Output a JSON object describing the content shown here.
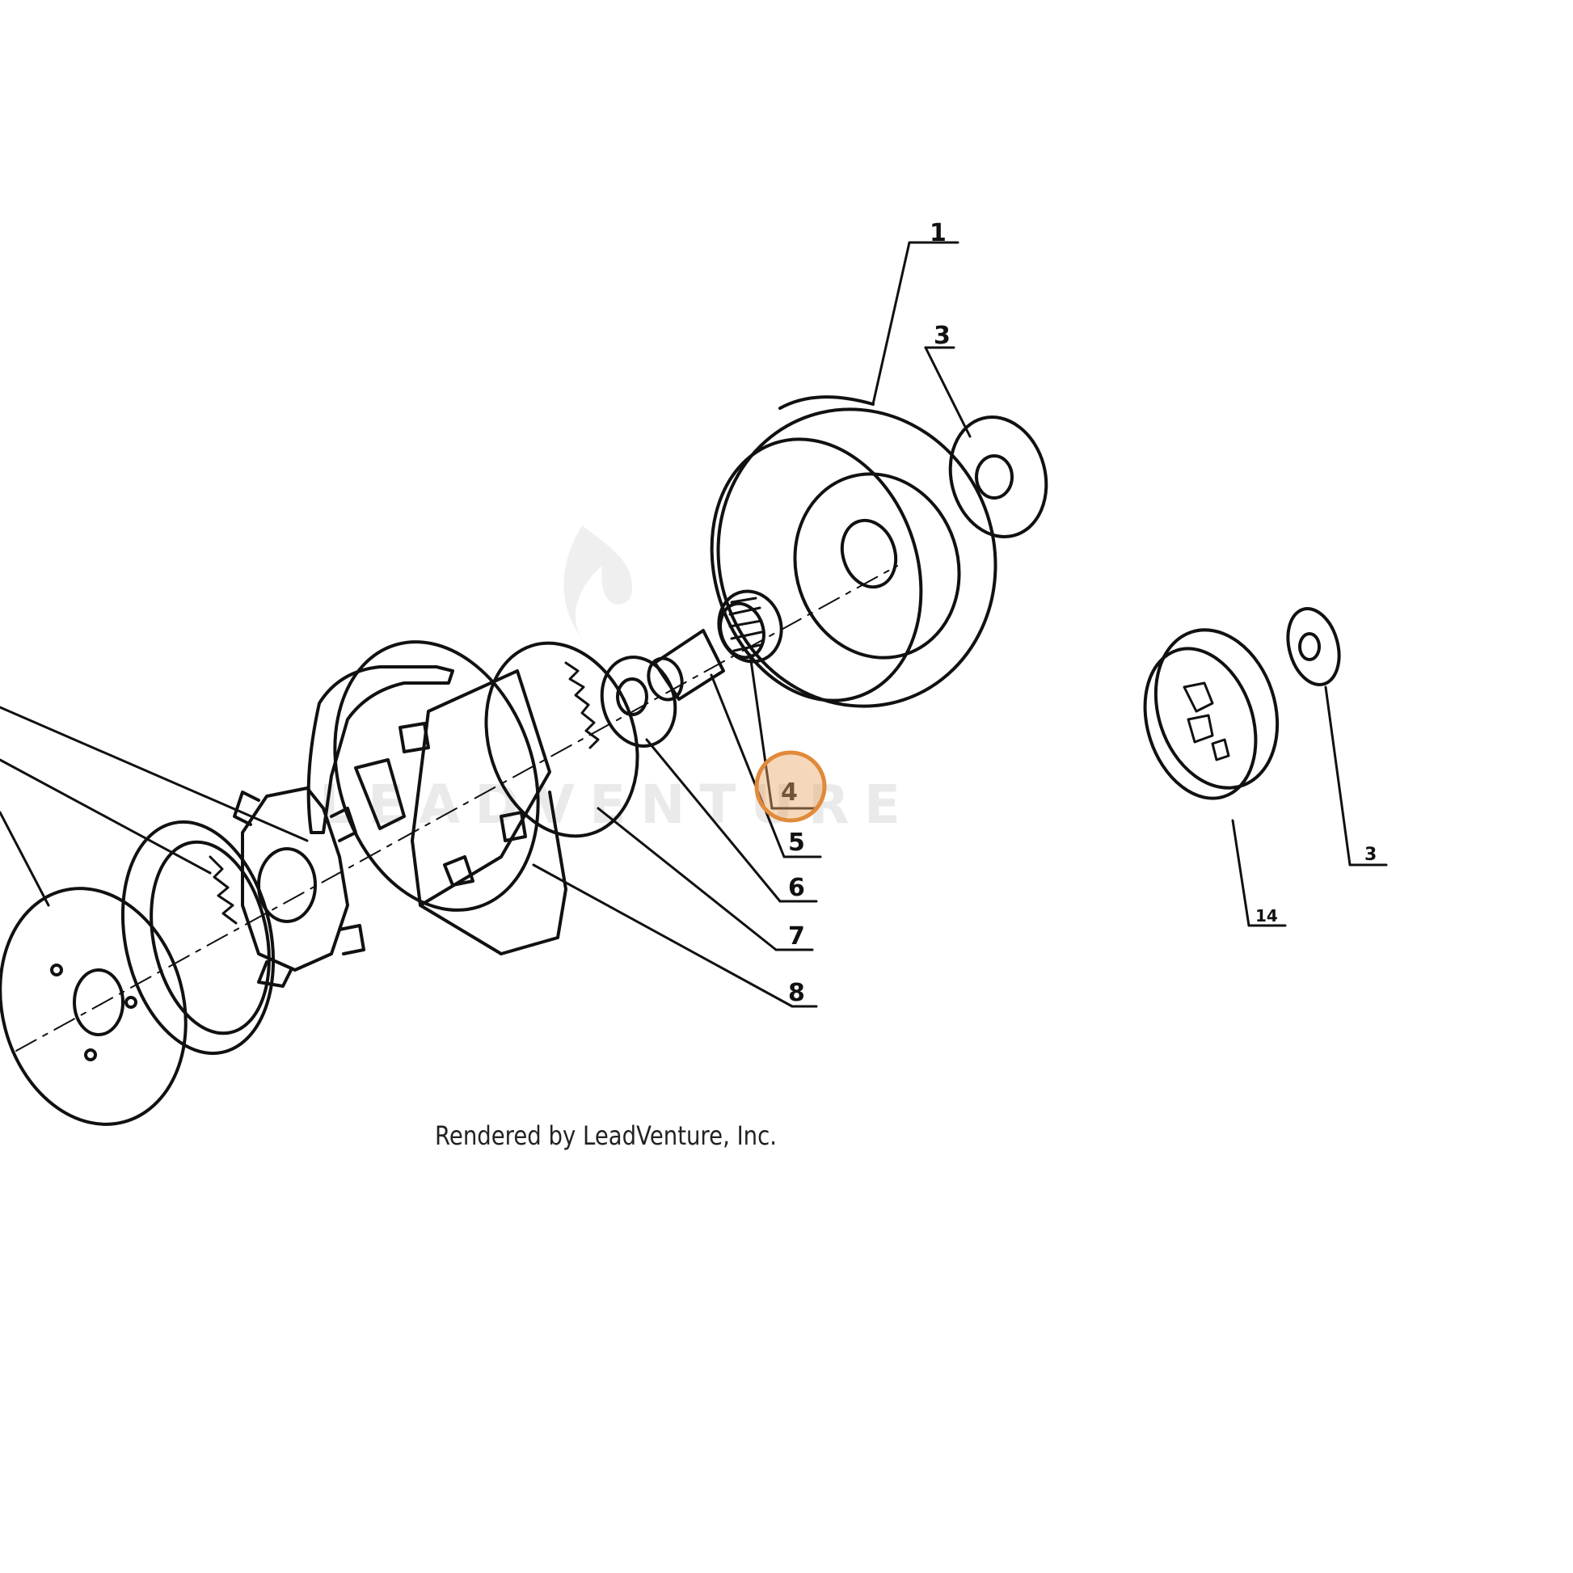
{
  "diagram": {
    "part_labels": {
      "p1": "1",
      "p3_top": "3",
      "p4": "4",
      "p5": "5",
      "p6": "6",
      "p7": "7",
      "p8": "8",
      "p14": "14",
      "p3_right": "3"
    },
    "highlight_color": "#e8a86a",
    "watermark": "LEADVENTURE",
    "credit": "Rendered by LeadVenture, Inc."
  }
}
